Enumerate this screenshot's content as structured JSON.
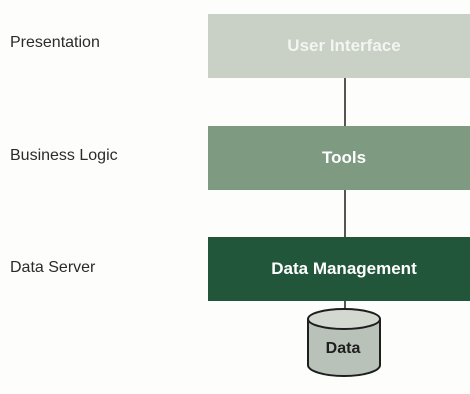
{
  "layers": [
    {
      "label": "Presentation",
      "box": "User Interface",
      "color": "#c9d0c5"
    },
    {
      "label": "Business Logic",
      "box": "Tools",
      "color": "#7e9a80"
    },
    {
      "label": "Data Server",
      "box": "Data Management",
      "color": "#22563a"
    }
  ],
  "database": {
    "label": "Data",
    "color": "#b9c2b8"
  },
  "colors": {
    "line": "#555555",
    "text": "#2b2b2b"
  }
}
